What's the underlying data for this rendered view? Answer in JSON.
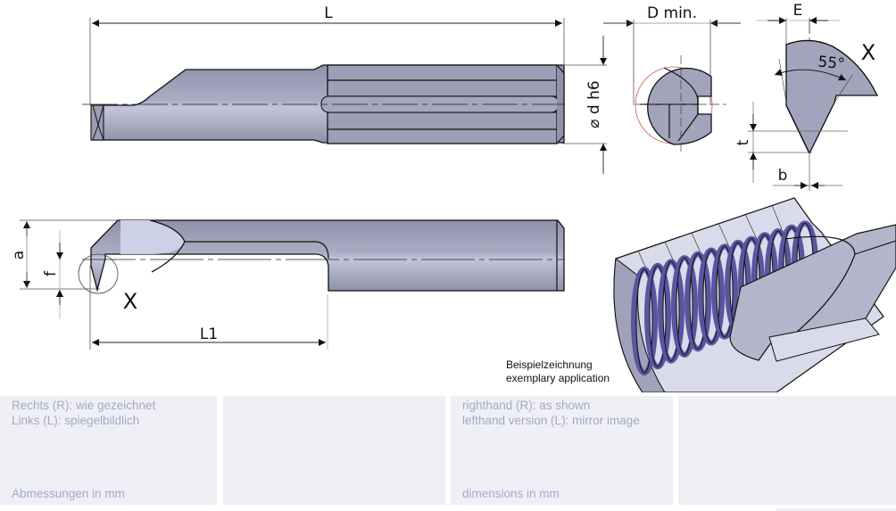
{
  "dimensions": {
    "L": "L",
    "d_h6": "⌀ d h6",
    "D_min": "D min.",
    "E": "E",
    "angle": "55°",
    "detail_top": "X",
    "t": "t",
    "b": "b",
    "a": "a",
    "f": "f",
    "detail_side": "X",
    "L1": "L1"
  },
  "caption": {
    "line1": "Beispielzeichnung",
    "line2": "exemplary application"
  },
  "panels": [
    {
      "line1": "Rechts (R): wie gezeichnet",
      "line2": "Links (L): spiegelbildlich",
      "footer": "Abmessungen in mm"
    },
    {
      "line1": "",
      "line2": "",
      "footer": ""
    },
    {
      "line1": "righthand (R): as shown",
      "line2": "lefthand version (L): mirror image",
      "footer": "dimensions in mm"
    },
    {
      "line1": "",
      "line2": "",
      "footer": ""
    }
  ],
  "colors": {
    "tool_body": "#9a9db3",
    "tool_light": "#c6c9dc",
    "thread_purple": "#5a55a0",
    "panel_bg": "#eff0f5",
    "panel_text": "#a6a8c4"
  }
}
